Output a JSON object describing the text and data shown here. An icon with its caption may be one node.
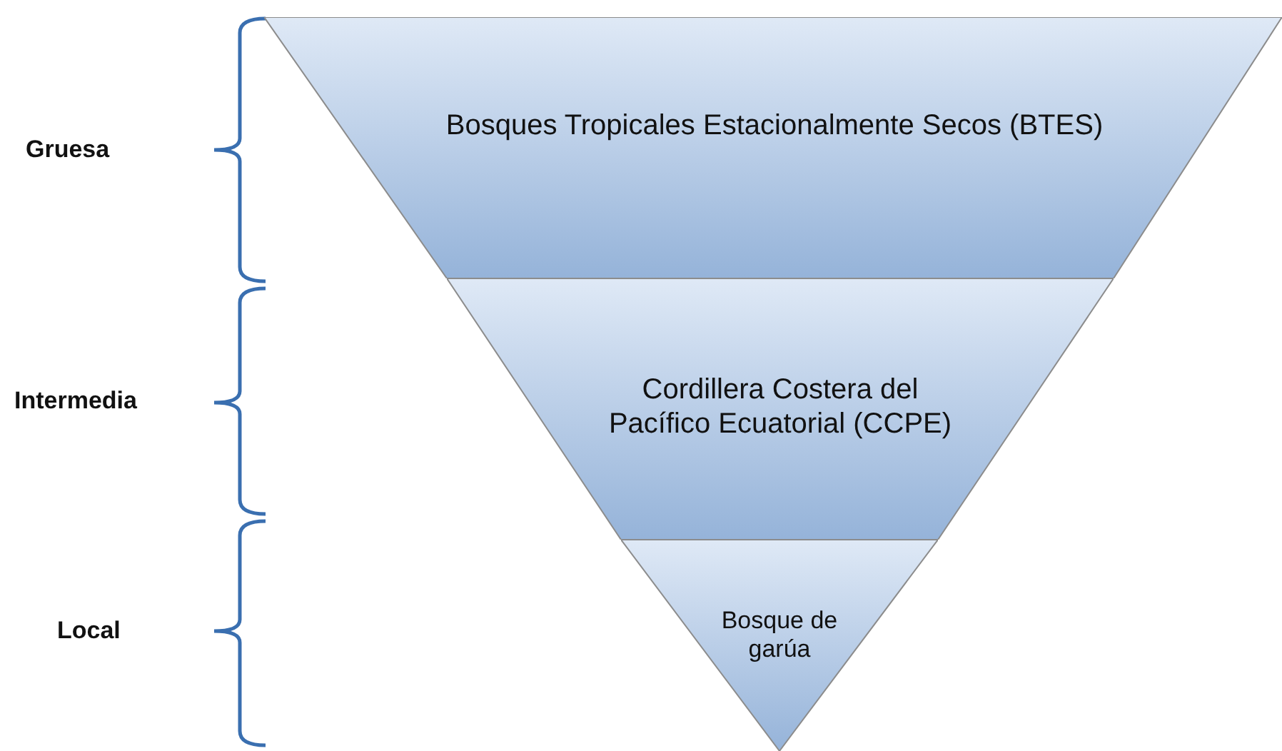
{
  "diagram": {
    "nodes": [
      {
        "text": [
          "Bosques Tropicales Estacionalmente Secos (BTES)"
        ]
      },
      {
        "text": [
          "Cordillera Costera del Pacífico Ecuatorial (CCPE)"
        ]
      },
      {
        "text": [
          "Bosque de garúa"
        ]
      }
    ],
    "labels": [
      "Gruesa",
      "Intermedia",
      "Local"
    ]
  }
}
